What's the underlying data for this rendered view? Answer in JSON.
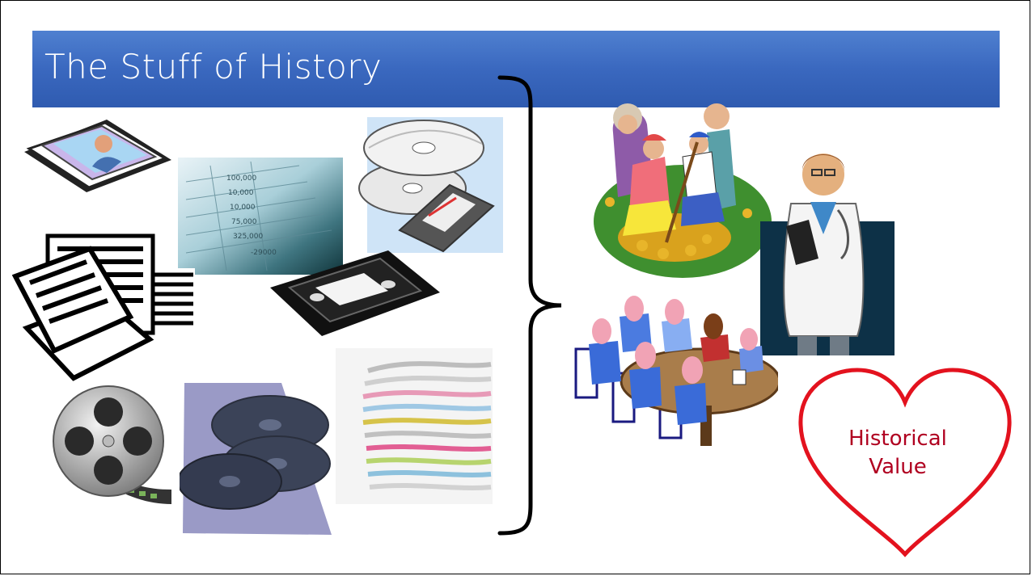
{
  "slide": {
    "title": "The Stuff of History",
    "heart_text_line1": "Historical",
    "heart_text_line2": "Value"
  },
  "spreadsheet_numbers": [
    "100,000",
    "10,000",
    "10,000",
    "75,000",
    "325,000",
    "-29000"
  ],
  "colors": {
    "title_bar": "#3a68bf",
    "heart": "#e3121e",
    "heart_text": "#b00020",
    "brace": "#000000"
  }
}
